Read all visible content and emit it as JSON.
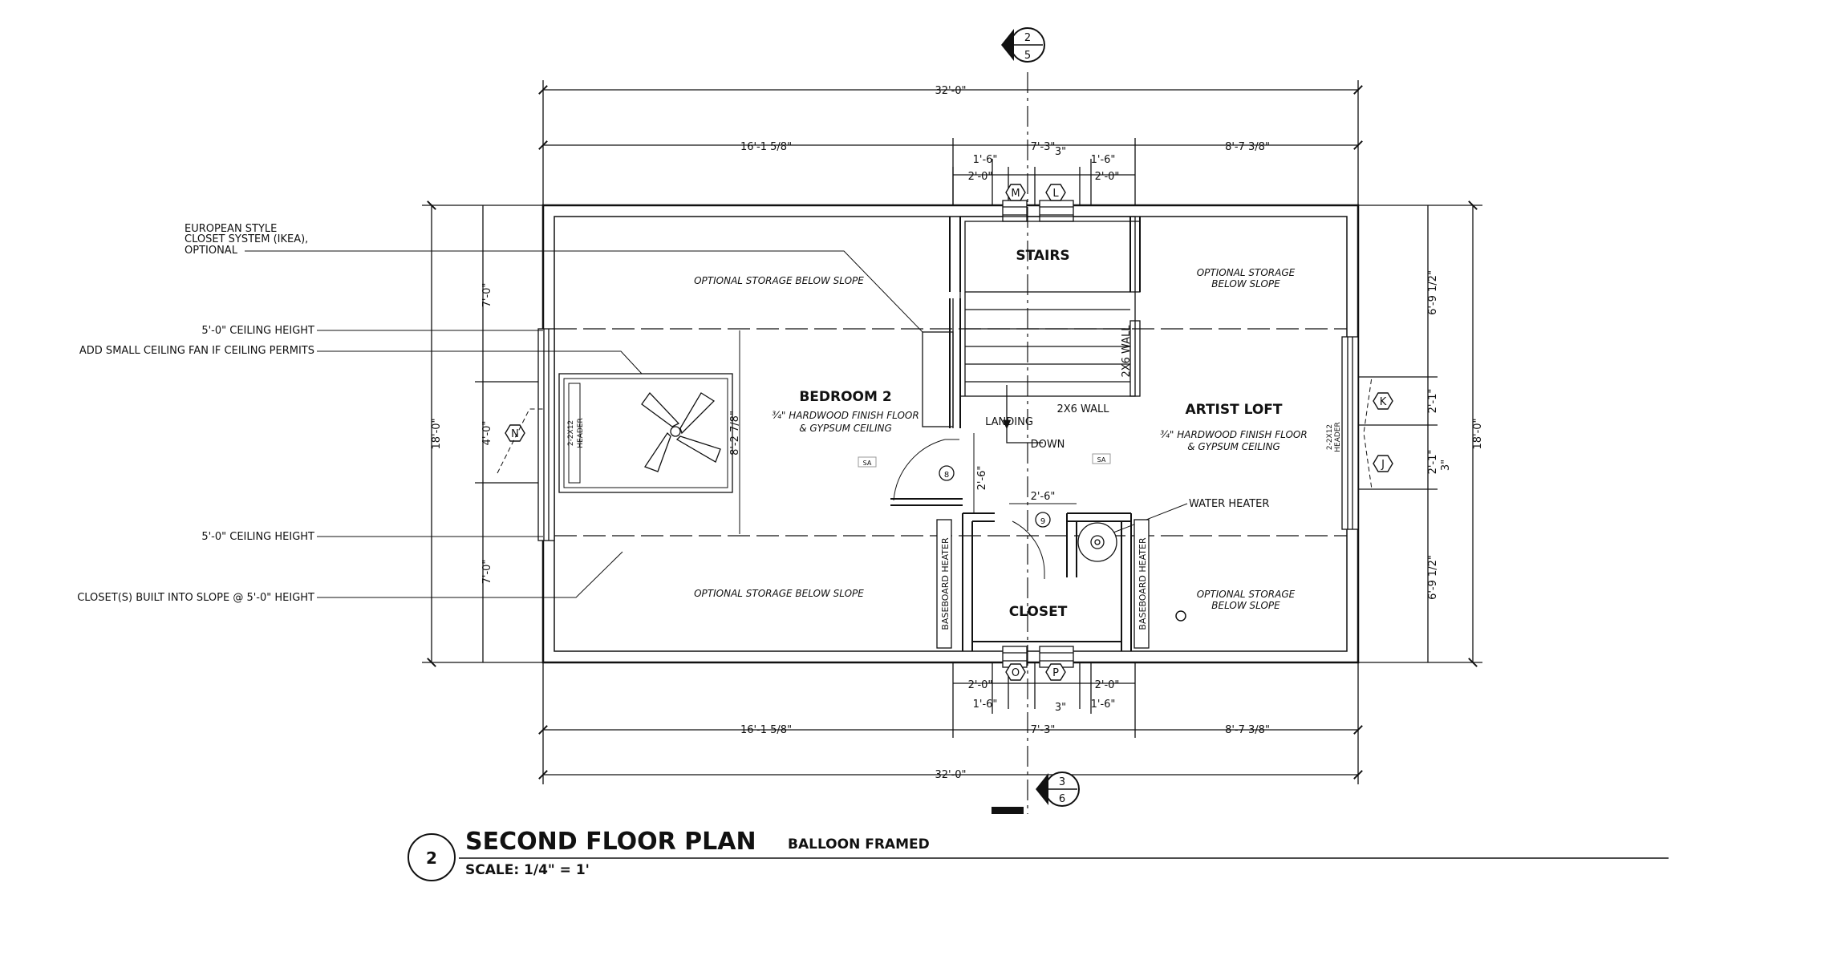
{
  "dimensions": {
    "overall_top": "32'-0\"",
    "overall_bottom": "32'-0\"",
    "left_span_top": "16'-1 5/8\"",
    "center_span_top": "7'-3\"",
    "right_span_top": "8'-7 3/8\"",
    "left_span_bottom": "16'-1 5/8\"",
    "center_span_bottom": "7'-3\"",
    "right_span_bottom": "8'-7 3/8\"",
    "win_a": "1'-6\"",
    "win_b": "2'-0\"",
    "win_c": "3\"",
    "win_d": "1'-6\"",
    "win_e": "2'-0\"",
    "bwin_a": "2'-0\"",
    "bwin_b": "1'-6\"",
    "bwin_c": "3\"",
    "bwin_d": "1'-6\"",
    "bwin_e": "2'-0\"",
    "left_overall": "18'-0\"",
    "left_top": "7'-0\"",
    "left_mid": "4'-0\"",
    "left_bottom": "7'-0\"",
    "right_overall": "18'-0\"",
    "right_top": "6'-9 1/2\"",
    "right_bottom": "6'-9 1/2\"",
    "right_mid_a": "2'-1\"",
    "right_mid_b": "2'-1\"",
    "right_mid_c": "3\"",
    "bedroom_dim": "8'-2 7/8\"",
    "hall_a": "2'-6\"",
    "hall_b": "2'-6\""
  },
  "rooms": {
    "bedroom": "BEDROOM 2",
    "bedroom_finish_1": "¾\" HARDWOOD FINISH FLOOR",
    "bedroom_finish_2": "& GYPSUM CEILING",
    "stairs": "STAIRS",
    "landing": "LANDING",
    "down": "DOWN",
    "artist_loft": "ARTIST LOFT",
    "loft_finish_1": "¾\" HARDWOOD FINISH FLOOR",
    "loft_finish_2": "& GYPSUM CEILING",
    "closet": "CLOSET",
    "storage_tl": "OPTIONAL STORAGE BELOW SLOPE",
    "storage_bl": "OPTIONAL STORAGE BELOW SLOPE",
    "storage_tr_1": "OPTIONAL STORAGE",
    "storage_tr_2": "BELOW SLOPE",
    "storage_br_1": "OPTIONAL STORAGE",
    "storage_br_2": "BELOW SLOPE",
    "wall_2x6_a": "2X6 WALL",
    "wall_2x6_b": "2X6 WALL",
    "baseboard_left": "BASEBOARD HEATER",
    "baseboard_right": "BASEBOARD HEATER",
    "water_heater": "WATER HEATER",
    "sa_1": "SA",
    "sa_2": "SA",
    "header_left_1": "2-2X12",
    "header_left_2": "HEADER",
    "header_right_1": "2-2X12",
    "header_right_2": "HEADER"
  },
  "notes": {
    "closet_system_1": "EUROPEAN STYLE",
    "closet_system_2": "CLOSET SYSTEM (IKEA),",
    "closet_system_3": "OPTIONAL",
    "ceiling_top": "5'-0\" CEILING HEIGHT",
    "ceiling_fan": "ADD SMALL CEILING FAN IF CEILING PERMITS",
    "ceiling_bottom": "5'-0\" CEILING HEIGHT",
    "closets_slope": "CLOSET(S) BUILT INTO SLOPE @ 5'-0\" HEIGHT"
  },
  "tags": {
    "section_top_num": "2",
    "section_top_sheet": "5",
    "section_bot_num": "3",
    "section_bot_sheet": "6",
    "win_m": "M",
    "win_l": "L",
    "win_o": "O",
    "win_p": "P",
    "win_n": "N",
    "win_k": "K",
    "win_j": "J",
    "door_8": "8",
    "door_9": "9"
  },
  "title": {
    "number": "2",
    "main": "SECOND FLOOR PLAN",
    "sub": "BALLOON FRAMED",
    "scale": "SCALE: 1/4\" = 1'"
  }
}
